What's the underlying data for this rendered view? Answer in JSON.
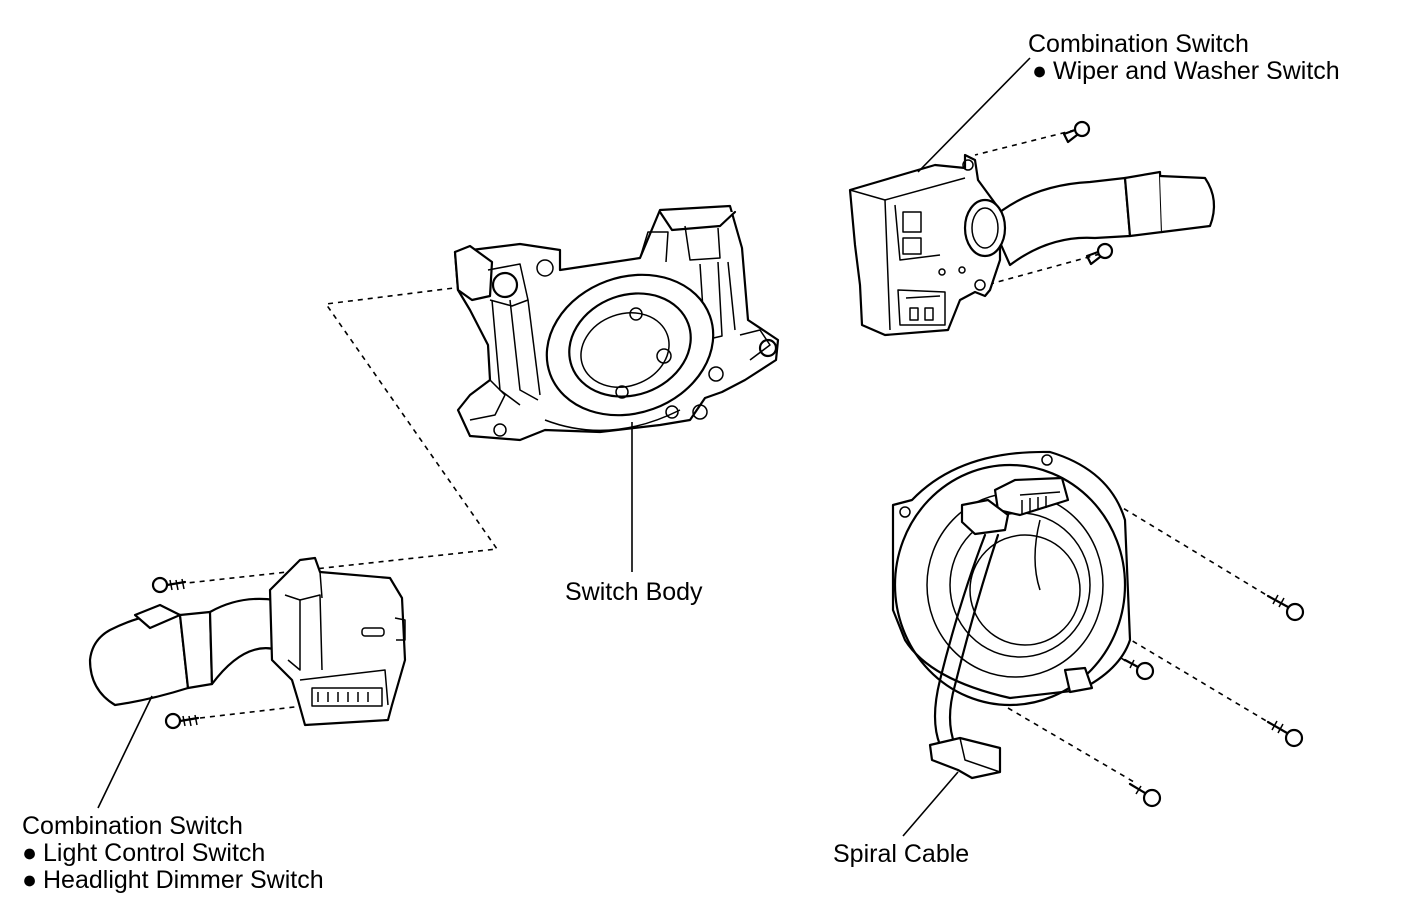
{
  "labels": {
    "wiper_switch": {
      "title": "Combination Switch",
      "bullets": [
        "Wiper and Washer Switch"
      ]
    },
    "switch_body": {
      "title": "Switch Body"
    },
    "light_switch": {
      "title": "Combination Switch",
      "bullets": [
        "Light Control Switch",
        "Headlight Dimmer Switch"
      ]
    },
    "spiral_cable": {
      "title": "Spiral Cable"
    }
  },
  "bullet_glyph": "●"
}
